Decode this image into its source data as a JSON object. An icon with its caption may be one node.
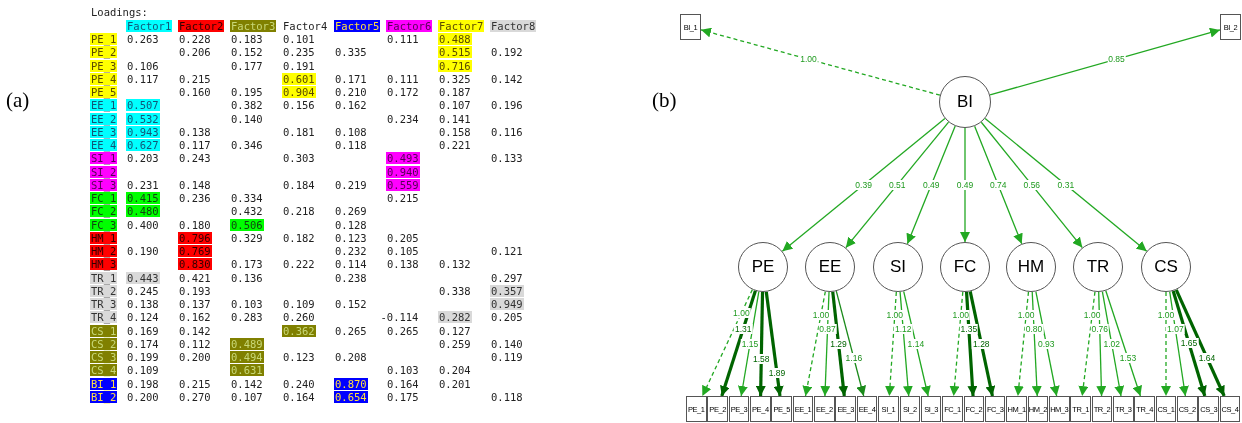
{
  "diagram": {
    "nodes": [
      {
        "text": [
          "BI_1"
        ]
      },
      {
        "text": [
          "BI_2"
        ]
      },
      {
        "text": [
          "BI"
        ]
      },
      {
        "text": [
          "PE"
        ]
      },
      {
        "text": [
          "EE"
        ]
      },
      {
        "text": [
          "SI"
        ]
      },
      {
        "text": [
          "FC"
        ]
      },
      {
        "text": [
          "HM"
        ]
      },
      {
        "text": [
          "TR"
        ]
      },
      {
        "text": [
          "CS"
        ]
      },
      {
        "text": [
          "PE_1"
        ]
      },
      {
        "text": [
          "PE_2"
        ]
      },
      {
        "text": [
          "PE_3"
        ]
      },
      {
        "text": [
          "PE_4"
        ]
      },
      {
        "text": [
          "PE_5"
        ]
      },
      {
        "text": [
          "EE_1"
        ]
      },
      {
        "text": [
          "EE_2"
        ]
      },
      {
        "text": [
          "EE_3"
        ]
      },
      {
        "text": [
          "EE_4"
        ]
      },
      {
        "text": [
          "SI_1"
        ]
      },
      {
        "text": [
          "SI_2"
        ]
      },
      {
        "text": [
          "SI_3"
        ]
      },
      {
        "text": [
          "FC_1"
        ]
      },
      {
        "text": [
          "FC_2"
        ]
      },
      {
        "text": [
          "FC_3"
        ]
      },
      {
        "text": [
          "HM_1"
        ]
      },
      {
        "text": [
          "HM_2"
        ]
      },
      {
        "text": [
          "HM_3"
        ]
      },
      {
        "text": [
          "TR_1"
        ]
      },
      {
        "text": [
          "TR_2"
        ]
      },
      {
        "text": [
          "TR_3"
        ]
      },
      {
        "text": [
          "TR_4"
        ]
      },
      {
        "text": [
          "CS_1"
        ]
      },
      {
        "text": [
          "CS_2"
        ]
      },
      {
        "text": [
          "CS_3"
        ]
      },
      {
        "text": [
          "CS_4"
        ]
      }
    ],
    "edges": [
      {
        "from": 2,
        "to": 0,
        "arrow": "to",
        "label": "1.00",
        "style": "dashed"
      },
      {
        "from": 2,
        "to": 1,
        "arrow": "to",
        "label": "0.85"
      },
      {
        "from": 2,
        "to": 3,
        "arrow": "to",
        "label": "0.39"
      },
      {
        "from": 2,
        "to": 4,
        "arrow": "to",
        "label": "0.51"
      },
      {
        "from": 2,
        "to": 5,
        "arrow": "to",
        "label": "0.49"
      },
      {
        "from": 2,
        "to": 6,
        "arrow": "to",
        "label": "0.49"
      },
      {
        "from": 2,
        "to": 7,
        "arrow": "to",
        "label": "0.74"
      },
      {
        "from": 2,
        "to": 8,
        "arrow": "to",
        "label": "0.56"
      },
      {
        "from": 2,
        "to": 9,
        "arrow": "to",
        "label": "0.31"
      },
      {
        "from": 3,
        "to": 10,
        "arrow": "to",
        "label": "1.00",
        "style": "dashed"
      },
      {
        "from": 3,
        "to": 11,
        "arrow": "to",
        "label": "1.31",
        "style": "thick",
        "color": "#006400"
      },
      {
        "from": 3,
        "to": 12,
        "arrow": "to",
        "label": "1.15"
      },
      {
        "from": 3,
        "to": 13,
        "arrow": "to",
        "label": "1.58",
        "style": "thick",
        "color": "#006400"
      },
      {
        "from": 3,
        "to": 14,
        "arrow": "to",
        "label": "1.89",
        "style": "thick",
        "color": "#006400"
      },
      {
        "from": 4,
        "to": 15,
        "arrow": "to",
        "label": "1.00",
        "style": "dashed"
      },
      {
        "from": 4,
        "to": 16,
        "arrow": "to",
        "label": "0.87"
      },
      {
        "from": 4,
        "to": 17,
        "arrow": "to",
        "label": "1.29",
        "style": "thick",
        "color": "#006400"
      },
      {
        "from": 4,
        "to": 18,
        "arrow": "to",
        "label": "1.16",
        "color": "#1a8a1a"
      },
      {
        "from": 5,
        "to": 19,
        "arrow": "to",
        "label": "1.00",
        "style": "dashed"
      },
      {
        "from": 5,
        "to": 20,
        "arrow": "to",
        "label": "1.12"
      },
      {
        "from": 5,
        "to": 21,
        "arrow": "to",
        "label": "1.14"
      },
      {
        "from": 6,
        "to": 22,
        "arrow": "to",
        "label": "1.00",
        "style": "dashed"
      },
      {
        "from": 6,
        "to": 23,
        "arrow": "to",
        "label": "1.35",
        "style": "thick",
        "color": "#006400"
      },
      {
        "from": 6,
        "to": 24,
        "arrow": "to",
        "label": "1.28",
        "style": "thick",
        "color": "#006400"
      },
      {
        "from": 7,
        "to": 25,
        "arrow": "to",
        "label": "1.00",
        "style": "dashed"
      },
      {
        "from": 7,
        "to": 26,
        "arrow": "to",
        "label": "0.80"
      },
      {
        "from": 7,
        "to": 27,
        "arrow": "to",
        "label": "0.93"
      },
      {
        "from": 8,
        "to": 28,
        "arrow": "to",
        "label": "1.00",
        "style": "dashed"
      },
      {
        "from": 8,
        "to": 29,
        "arrow": "to",
        "label": "0.76"
      },
      {
        "from": 8,
        "to": 30,
        "arrow": "to",
        "label": "1.02"
      },
      {
        "from": 8,
        "to": 31,
        "arrow": "to",
        "label": "1.53"
      },
      {
        "from": 9,
        "to": 32,
        "arrow": "to",
        "label": "1.00",
        "style": "dashed"
      },
      {
        "from": 9,
        "to": 33,
        "arrow": "to",
        "label": "1.07"
      },
      {
        "from": 9,
        "to": 34,
        "arrow": "to",
        "label": "1.65",
        "style": "thick",
        "color": "#006400"
      },
      {
        "from": 9,
        "to": 35,
        "arrow": "to",
        "label": "1.64",
        "style": "thick",
        "color": "#006400"
      }
    ],
    "labels": [
      "(a)",
      "Loadings:",
      "Factor1",
      "Factor2",
      "Factor3",
      "Factor4",
      "Factor5",
      "Factor6",
      "Factor7",
      "Factor8",
      "PE_1",
      "0.263",
      "0.228",
      "0.183",
      "0.101",
      "0.111",
      "0.488",
      "PE_2",
      "0.206",
      "0.152",
      "0.235",
      "0.335",
      "0.515",
      "0.192",
      "PE_3",
      "0.106",
      "0.177",
      "0.191",
      "0.716",
      "PE_4",
      "0.117",
      "0.215",
      "0.601",
      "0.171",
      "0.111",
      "0.325",
      "0.142",
      "PE_5",
      "0.160",
      "0.195",
      "0.904",
      "0.210",
      "0.172",
      "0.187",
      "EE_1",
      "0.507",
      "0.382",
      "0.156",
      "0.162",
      "0.107",
      "0.196",
      "EE_2",
      "0.532",
      "0.140",
      "0.234",
      "0.141",
      "EE_3",
      "0.943",
      "0.138",
      "0.181",
      "0.108",
      "0.158",
      "0.116",
      "EE_4",
      "0.627",
      "0.117",
      "0.346",
      "0.118",
      "0.221",
      "SI_1",
      "0.203",
      "0.243",
      "0.303",
      "0.493",
      "0.133",
      "SI_2",
      "0.940",
      "SI_3",
      "0.231",
      "0.148",
      "0.184",
      "0.219",
      "0.559",
      "FC_1",
      "0.415",
      "0.236",
      "0.334",
      "0.215",
      "FC_2",
      "0.480",
      "0.432",
      "0.218",
      "0.269",
      "FC_3",
      "0.400",
      "0.180",
      "0.506",
      "0.128",
      "HM_1",
      "0.796",
      "0.329",
      "0.182",
      "0.123",
      "0.205",
      "HM_2",
      "0.190",
      "0.769",
      "0.232",
      "0.105",
      "0.121",
      "HM_3",
      "0.830",
      "0.173",
      "0.222",
      "0.114",
      "0.138",
      "0.132",
      "TR_1",
      "0.443",
      "0.421",
      "0.136",
      "0.238",
      "0.297",
      "TR_2",
      "0.245",
      "0.193",
      "0.338",
      "0.357",
      "TR_3",
      "0.138",
      "0.137",
      "0.103",
      "0.109",
      "0.152",
      "0.949",
      "TR_4",
      "0.124",
      "0.162",
      "0.283",
      "0.260",
      "-0.114",
      "0.282",
      "0.205",
      "CS_1",
      "0.169",
      "0.142",
      "0.362",
      "0.265",
      "0.265",
      "0.127",
      "CS_2",
      "0.174",
      "0.112",
      "0.489",
      "0.259",
      "0.140",
      "CS_3",
      "0.199",
      "0.200",
      "0.494",
      "0.123",
      "0.208",
      "0.119",
      "CS_4",
      "0.109",
      "0.631",
      "0.103",
      "0.204",
      "BI_1",
      "0.198",
      "0.215",
      "0.142",
      "0.240",
      "0.870",
      "0.164",
      "0.201",
      "BI_2",
      "0.200",
      "0.270",
      "0.107",
      "0.164",
      "0.654",
      "0.175",
      "0.118",
      "(b)"
    ]
  }
}
